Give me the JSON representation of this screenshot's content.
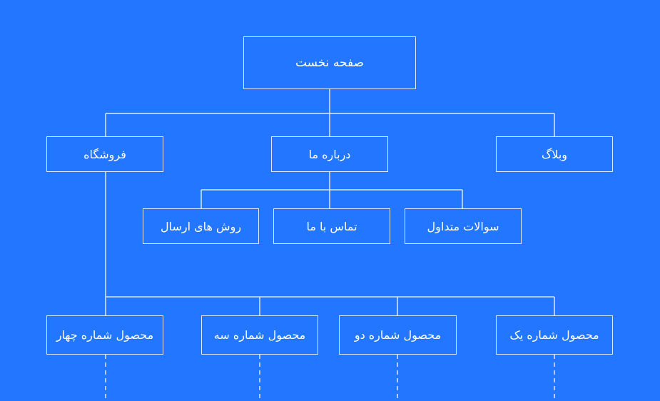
{
  "diagram": {
    "type": "sitemap-tree",
    "background_color": "#2276ff",
    "line_color": "#dbe8ff",
    "root": {
      "label": "صفحه نخست"
    },
    "level1": [
      {
        "id": "shop",
        "label": "فروشگاه"
      },
      {
        "id": "about",
        "label": "درباره ما"
      },
      {
        "id": "blog",
        "label": "وبلاگ"
      }
    ],
    "about_children": [
      {
        "id": "shipping",
        "label": "روش های ارسال"
      },
      {
        "id": "contact",
        "label": "تماس با ما"
      },
      {
        "id": "faq",
        "label": "سوالات متداول"
      }
    ],
    "shop_children": [
      {
        "id": "product4",
        "label": "محصول شماره چهار"
      },
      {
        "id": "product3",
        "label": "محصول شماره سه"
      },
      {
        "id": "product2",
        "label": "محصول شماره دو"
      },
      {
        "id": "product1",
        "label": "محصول شماره یک"
      }
    ],
    "edges": [
      [
        "صفحه نخست",
        "فروشگاه"
      ],
      [
        "صفحه نخست",
        "درباره ما"
      ],
      [
        "صفحه نخست",
        "وبلاگ"
      ],
      [
        "درباره ما",
        "روش های ارسال"
      ],
      [
        "درباره ما",
        "تماس با ما"
      ],
      [
        "درباره ما",
        "سوالات متداول"
      ],
      [
        "فروشگاه",
        "محصول شماره یک"
      ],
      [
        "فروشگاه",
        "محصول شماره دو"
      ],
      [
        "فروشگاه",
        "محصول شماره سه"
      ],
      [
        "فروشگاه",
        "محصول شماره چهار"
      ]
    ],
    "continuation": "dashed lines below each product (more items)"
  }
}
